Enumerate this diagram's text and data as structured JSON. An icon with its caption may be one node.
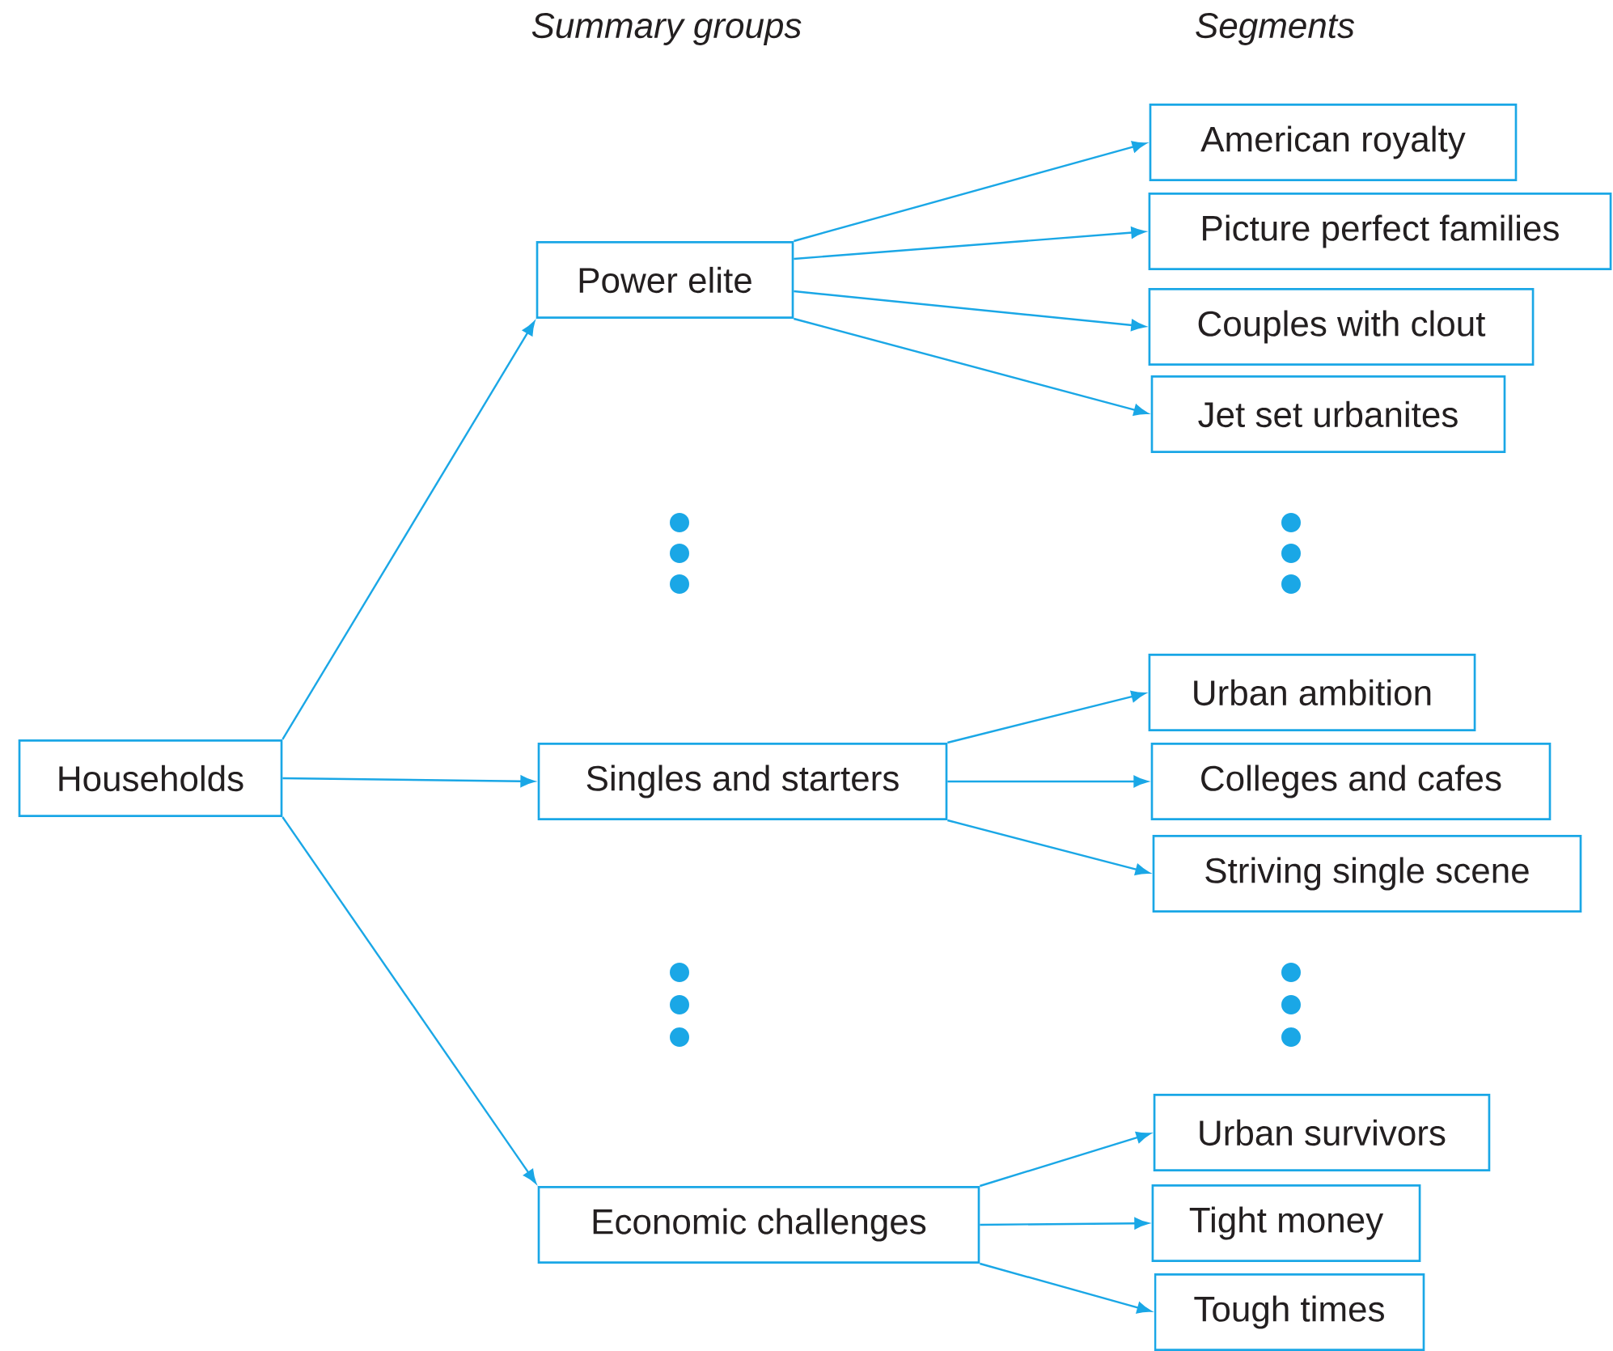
{
  "diagram": {
    "nodes": [
      {
        "text": [
          "Households"
        ]
      },
      {
        "text": [
          "Power elite"
        ]
      },
      {
        "text": [
          "Singles and starters"
        ]
      },
      {
        "text": [
          "Economic challenges"
        ]
      },
      {
        "text": [
          "American royalty"
        ]
      },
      {
        "text": [
          "Picture perfect families"
        ]
      },
      {
        "text": [
          "Couples with clout"
        ]
      },
      {
        "text": [
          "Jet set urbanites"
        ]
      },
      {
        "text": [
          "Urban ambition"
        ]
      },
      {
        "text": [
          "Colleges and cafes"
        ]
      },
      {
        "text": [
          "Striving single scene"
        ]
      },
      {
        "text": [
          "Urban survivors"
        ]
      },
      {
        "text": [
          "Tight money"
        ]
      },
      {
        "text": [
          "Tough times"
        ]
      }
    ],
    "edges": [
      {
        "from": 0,
        "to": 1,
        "arrow": "to"
      },
      {
        "from": 0,
        "to": 2,
        "arrow": "to"
      },
      {
        "from": 0,
        "to": 3,
        "arrow": "to"
      },
      {
        "from": 1,
        "to": 4,
        "arrow": "to"
      },
      {
        "from": 1,
        "to": 5,
        "arrow": "to"
      },
      {
        "from": 1,
        "to": 6,
        "arrow": "to"
      },
      {
        "from": 1,
        "to": 7,
        "arrow": "to"
      },
      {
        "from": 2,
        "to": 8,
        "arrow": "to"
      },
      {
        "from": 2,
        "to": 9,
        "arrow": "to"
      },
      {
        "from": 2,
        "to": 10,
        "arrow": "to"
      },
      {
        "from": 3,
        "to": 11,
        "arrow": "to"
      },
      {
        "from": 3,
        "to": 12,
        "arrow": "to"
      },
      {
        "from": 3,
        "to": 13,
        "arrow": "to"
      }
    ],
    "labels": [
      "Summary groups",
      "Segments"
    ]
  }
}
